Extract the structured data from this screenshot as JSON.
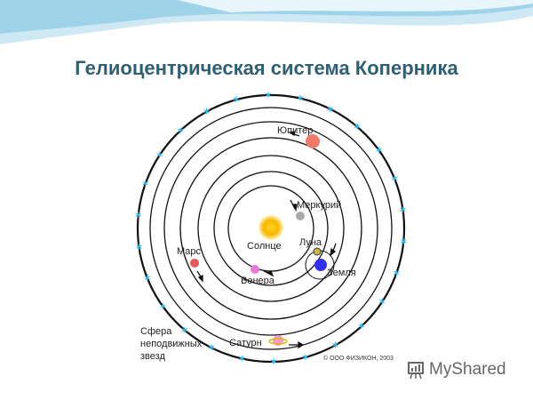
{
  "title": "Гелиоцентрическая система Коперника",
  "labels": {
    "sun": "Солнце",
    "mercury": "Меркурий",
    "venus": "Венера",
    "earth": "Земля",
    "moon": "Луна",
    "mars": "Марс",
    "jupiter": "Юпитер",
    "saturn": "Сатурн",
    "sphere_line1": "Сфера",
    "sphere_line2": "неподвижных",
    "sphere_line3": "звезд"
  },
  "copyright": "© ООО ФИЗИКОН, 2003",
  "brand": "MyShared",
  "colors": {
    "title": "#2e5f72",
    "stars": "#29b6e6",
    "sun": "#f6b800"
  }
}
